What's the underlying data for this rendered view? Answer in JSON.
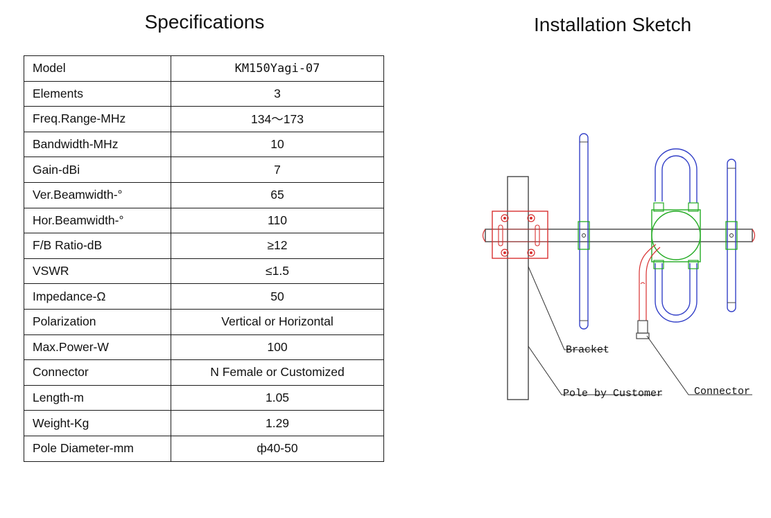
{
  "specifications": {
    "title": "Specifications",
    "rows": [
      {
        "label": "Model",
        "value": "KM150Yagi-07"
      },
      {
        "label": "Elements",
        "value": "3"
      },
      {
        "label": "Freq.Range-MHz",
        "value": "134～173"
      },
      {
        "label": "Bandwidth-MHz",
        "value": "10"
      },
      {
        "label": "Gain-dBi",
        "value": "7"
      },
      {
        "label": "Ver.Beamwidth-°",
        "value": "65"
      },
      {
        "label": "Hor.Beamwidth-°",
        "value": "110"
      },
      {
        "label": "F/B Ratio-dB",
        "value": "≥12"
      },
      {
        "label": "VSWR",
        "value": "≤1.5"
      },
      {
        "label": "Impedance-Ω",
        "value": "50"
      },
      {
        "label": "Polarization",
        "value": "Vertical or Horizontal"
      },
      {
        "label": "Max.Power-W",
        "value": "100"
      },
      {
        "label": "Connector",
        "value": "N Female or Customized"
      },
      {
        "label": "Length-m",
        "value": "1.05"
      },
      {
        "label": "Weight-Kg",
        "value": "1.29"
      },
      {
        "label": "Pole Diameter-mm",
        "value": "ф40-50"
      }
    ]
  },
  "installation_sketch": {
    "title": "Installation Sketch",
    "labels": {
      "bracket": "Bracket",
      "pole": "Pole by Customer",
      "connector": "Connector"
    },
    "colors": {
      "structure": "#444444",
      "bracket": "#d83030",
      "element": "#3340c8",
      "feed_box": "#22aa22"
    }
  }
}
